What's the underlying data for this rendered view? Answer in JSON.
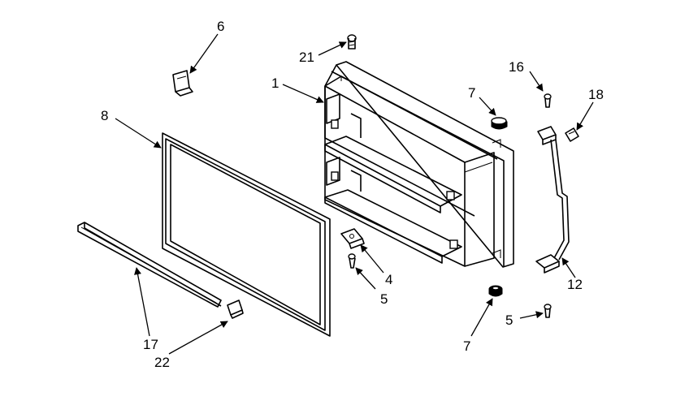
{
  "callouts": [
    {
      "id": "c1",
      "text": "1"
    },
    {
      "id": "c21",
      "text": "21"
    },
    {
      "id": "c6",
      "text": "6"
    },
    {
      "id": "c8",
      "text": "8"
    },
    {
      "id": "c7a",
      "text": "7"
    },
    {
      "id": "c16",
      "text": "16"
    },
    {
      "id": "c18",
      "text": "18"
    },
    {
      "id": "c4",
      "text": "4"
    },
    {
      "id": "c5a",
      "text": "5"
    },
    {
      "id": "c12",
      "text": "12"
    },
    {
      "id": "c5b",
      "text": "5"
    },
    {
      "id": "c7b",
      "text": "7"
    },
    {
      "id": "c17",
      "text": "17"
    },
    {
      "id": "c22",
      "text": "22"
    }
  ]
}
